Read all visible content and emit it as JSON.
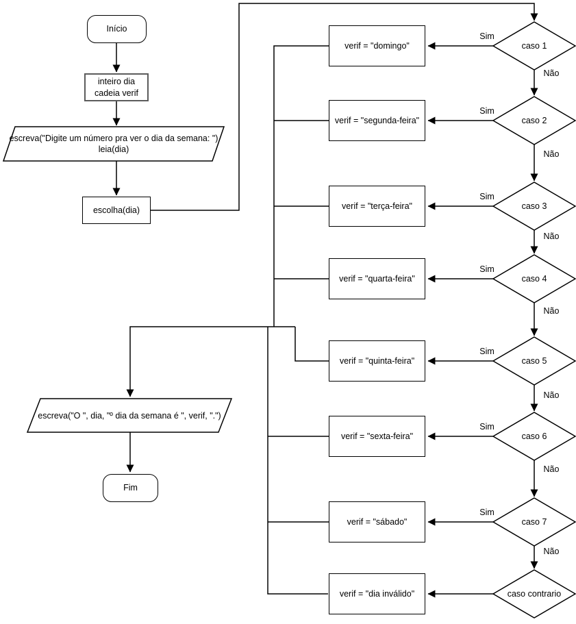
{
  "flowchart": {
    "nodes": {
      "start": "Início",
      "declare_line1": "inteiro dia",
      "declare_line2": "cadeia verif",
      "input_line1": "escreva(\"Digite um número pra ver o dia da semana: \")",
      "input_line2": "leia(dia)",
      "switch": "escolha(dia)",
      "output": "escreva(\"O \", dia, \"º dia da semana é \", verif, \".\")",
      "end": "Fim"
    },
    "branch_labels": {
      "yes": "Sim",
      "no": "Não"
    },
    "cases": [
      {
        "condition": "caso 1",
        "action": "verif = \"domingo\""
      },
      {
        "condition": "caso 2",
        "action": "verif = \"segunda-feira\""
      },
      {
        "condition": "caso 3",
        "action": "verif = \"terça-feira\""
      },
      {
        "condition": "caso 4",
        "action": "verif = \"quarta-feira\""
      },
      {
        "condition": "caso 5",
        "action": "verif = \"quinta-feira\""
      },
      {
        "condition": "caso 6",
        "action": "verif = \"sexta-feira\""
      },
      {
        "condition": "caso 7",
        "action": "verif = \"sábado\""
      },
      {
        "condition": "caso contrario",
        "action": "verif = \"dia inválido\""
      }
    ]
  }
}
